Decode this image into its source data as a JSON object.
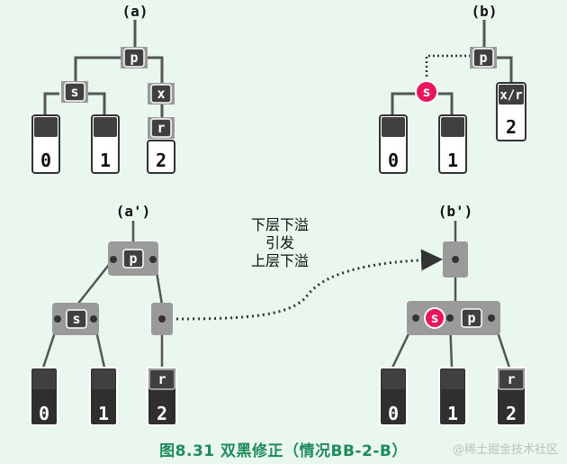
{
  "panels": {
    "a": {
      "label": "(a)",
      "root": "p",
      "left": "s",
      "right": "x",
      "right_child": "r",
      "leaves": [
        "0",
        "1",
        "2"
      ]
    },
    "b": {
      "label": "(b)",
      "root": "p",
      "left": "s",
      "right": "x/r",
      "leaves": [
        "0",
        "1",
        "2"
      ]
    },
    "a_prime": {
      "label": "(a')",
      "root": "p",
      "left": "s",
      "right_child": "r",
      "leaves": [
        "0",
        "1",
        "2"
      ]
    },
    "b_prime": {
      "label": "(b')",
      "merged": [
        "s",
        "p"
      ],
      "right_child": "r",
      "leaves": [
        "0",
        "1",
        "2"
      ]
    }
  },
  "note": {
    "line1": "下层下溢",
    "line2": "引发",
    "line3": "上层下溢"
  },
  "caption": "图8.31 双黑修正（情况BB-2-B）",
  "watermark": "@稀土掘金技术社区",
  "colors": {
    "background": "#e9f7ef",
    "node_dark": "#404040",
    "block_gray": "#9a9a9a",
    "red_node": "#e8175d",
    "caption_green": "#1f8a5b"
  }
}
